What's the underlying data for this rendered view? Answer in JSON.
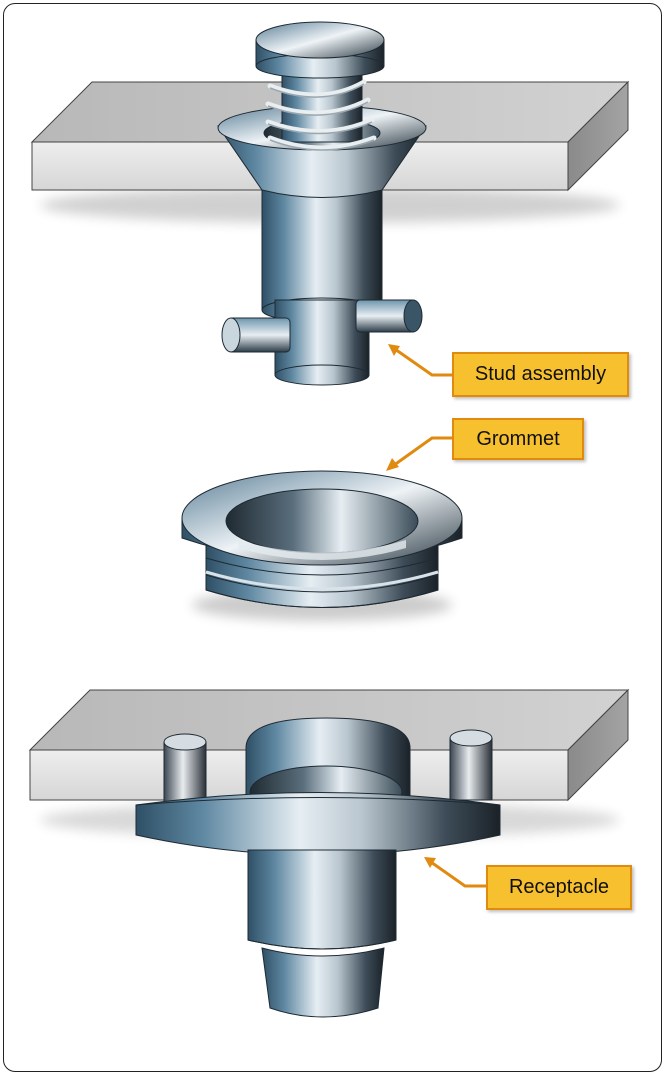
{
  "labels": {
    "stud": "Stud assembly",
    "grommet": "Grommet",
    "receptacle": "Receptacle"
  },
  "colors": {
    "frame": "#222222",
    "callout_fill": "#f7c02e",
    "callout_border": "#e08a10",
    "leader": "#e08a10",
    "metal_dark": "#2f5066",
    "metal_mid": "#6f93ab",
    "metal_light": "#dfe8ee",
    "panel_top": "#c9c9c9",
    "panel_side": "#e4e4e4"
  }
}
